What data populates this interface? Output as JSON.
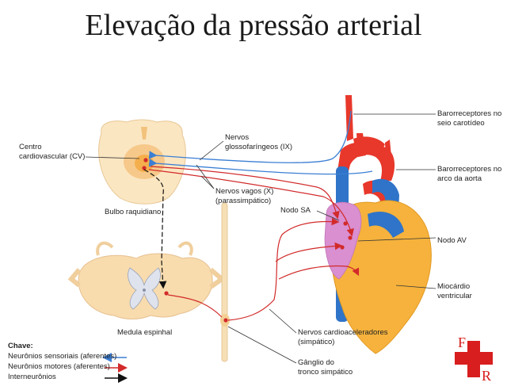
{
  "title": "Elevação da pressão arterial",
  "labels": {
    "centro_cv_1": "Centro",
    "centro_cv_2": "cardiovascular (CV)",
    "bulbo": "Bulbo raquidiano",
    "medula": "Medula espinhal",
    "glosso_1": "Nervos",
    "glosso_2": "glossofaríngeos (IX)",
    "vagos_1": "Nervos vagos (X)",
    "vagos_2": "(parassimpático)",
    "nodo_sa": "Nodo SA",
    "nodo_av": "Nodo AV",
    "baro_carot_1": "Barorreceptores no",
    "baro_carot_2": "seio carotídeo",
    "baro_aorta_1": "Barorreceptores no",
    "baro_aorta_2": "arco da aorta",
    "miocardio_1": "Miocárdio",
    "miocardio_2": "ventricular",
    "cardioacel_1": "Nervos cardioaceleradores",
    "cardioacel_2": "(simpático)",
    "ganglio_1": "Gânglio do",
    "ganglio_2": "tronco simpático"
  },
  "key": {
    "title": "Chave:",
    "sensory": "Neurônios sensoriais (aferentes)",
    "motor": "Neurônios motores (aferentes)",
    "inter": "Interneurônios"
  },
  "logo": {
    "letter_top": "F",
    "letter_bottom": "R"
  },
  "colors": {
    "sensory": "#3b7fd4",
    "motor": "#d22a2a",
    "inter": "#111111",
    "heart": "#f6b23c",
    "artery": "#e8382b",
    "vein": "#2f74c8",
    "atrium": "#d98fd0",
    "spinal": "#f8dcae"
  }
}
